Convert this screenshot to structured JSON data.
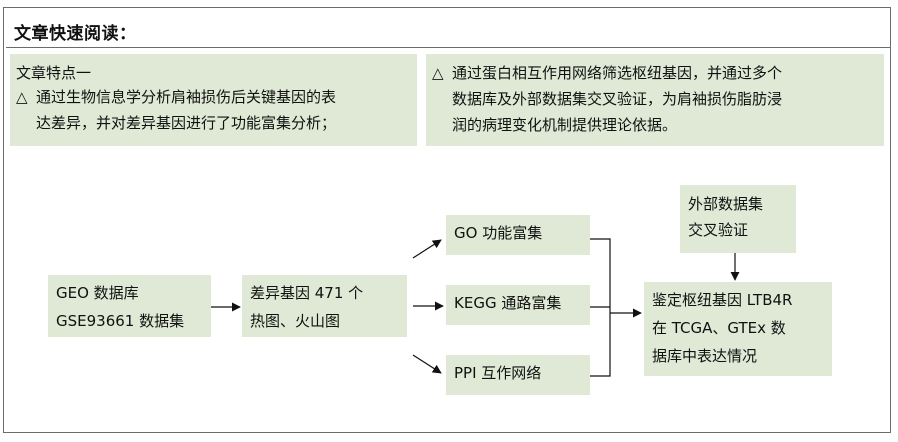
{
  "header": {
    "title": "文章快速阅读："
  },
  "features": {
    "left": {
      "heading": "文章特点一",
      "triangle": "△",
      "line1": "通过生物信息学分析肩袖损伤后关键基因的表",
      "line2": "达差异，并对差异基因进行了功能富集分析；"
    },
    "right": {
      "triangle": "△",
      "line1": "通过蛋白相互作用网络筛选枢纽基因，并通过多个",
      "line2": "数据库及外部数据集交叉验证，为肩袖损伤脂肪浸",
      "line3": "润的病理变化机制提供理论依据。"
    }
  },
  "flow": {
    "geo": {
      "line1": "GEO 数据库",
      "line2": "GSE93661 数据集"
    },
    "diff": {
      "line1": "差异基因 471 个",
      "line2": "热图、火山图"
    },
    "go": "GO 功能富集",
    "kegg": "KEGG 通路富集",
    "ppi": "PPI 互作网络",
    "external": {
      "line1": "外部数据集",
      "line2": "交叉验证"
    },
    "ltb": {
      "line1": "鉴定枢纽基因 LTB4R",
      "line2": "在 TCGA、GTEx 数",
      "line3": "据库中表达情况"
    }
  },
  "colors": {
    "panel_fill": "#dfe9d6",
    "border": "#6b6b6b",
    "arrow": "#111111"
  }
}
